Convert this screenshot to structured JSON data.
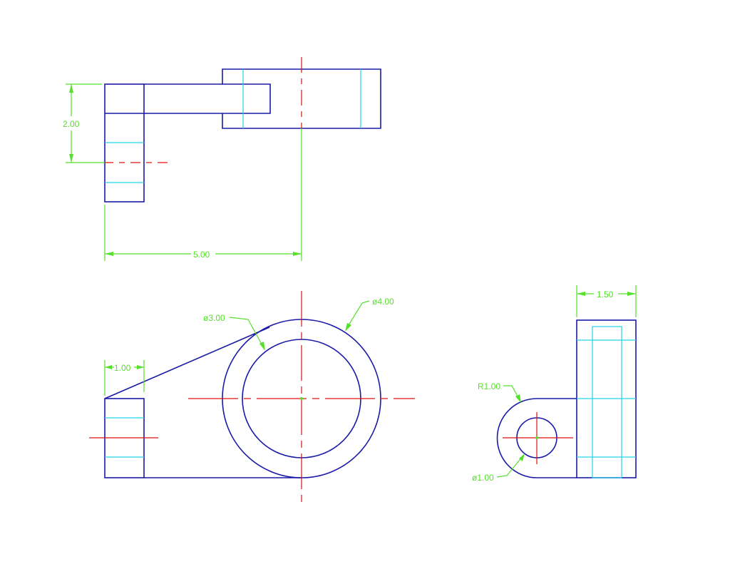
{
  "colors": {
    "object": "#1a1aa8",
    "hidden": "#22d3e6",
    "center": "#e01010",
    "dimension": "#55e02a"
  },
  "dimensions": {
    "top_height": "2.00",
    "top_length": "5.00",
    "front_block_width": "1.00",
    "front_inner_diameter": "ø3.00",
    "front_outer_diameter": "ø4.00",
    "side_width": "1.50",
    "side_radius": "R1.00",
    "side_hole_diameter": "ø1.00"
  }
}
